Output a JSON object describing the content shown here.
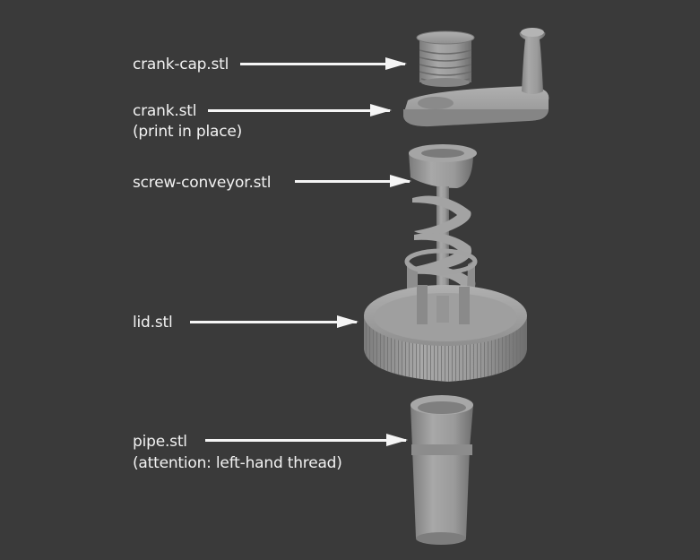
{
  "diagram": {
    "type": "exploded-assembly-view",
    "background_color": "#3a3a3a",
    "part_color": "#9a9a9a",
    "labels": [
      {
        "id": "crank-cap",
        "text": "crank-cap.stl",
        "note": ""
      },
      {
        "id": "crank",
        "text": "crank.stl",
        "note": "(print in place)"
      },
      {
        "id": "screw-conveyor",
        "text": "screw-conveyor.stl",
        "note": ""
      },
      {
        "id": "lid",
        "text": "lid.stl",
        "note": ""
      },
      {
        "id": "pipe",
        "text": "pipe.stl",
        "note": "(attention: left-hand thread)"
      }
    ]
  }
}
